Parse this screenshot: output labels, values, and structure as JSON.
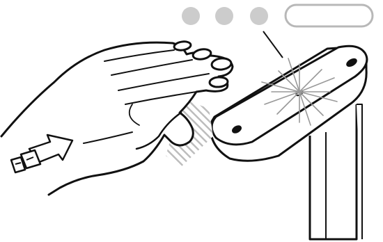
{
  "indicators": {
    "dots": [
      {
        "state": "lit"
      },
      {
        "state": "lit"
      },
      {
        "state": "lit"
      }
    ],
    "pill": {
      "state": "unlit"
    }
  },
  "colors": {
    "line": "#111111",
    "dot_fill": "#cccccc",
    "hatch": "#bdbdbd",
    "background": "#ffffff"
  },
  "icons": [
    "hand-icon",
    "motion-arrow-icon",
    "card-reader-icon",
    "sparkle-icon"
  ]
}
